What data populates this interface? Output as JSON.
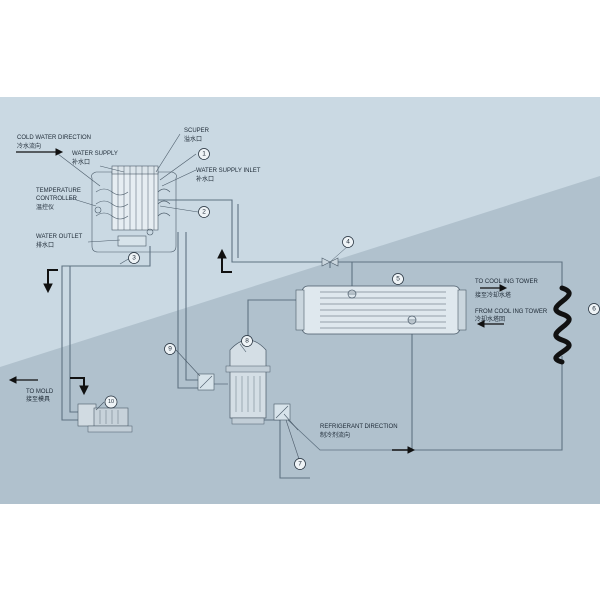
{
  "labels": {
    "cold_water_direction": "COLD WATER DIRECTION",
    "cold_water_direction_cn": "冷水流向",
    "water_supply": "WATER SUPPLY",
    "water_supply_cn": "补水口",
    "temperature_controller_1": "TEMPERATURE",
    "temperature_controller_2": "CONTROLLER",
    "temperature_controller_cn": "温控仪",
    "water_outlet": "WATER OUTLET",
    "water_outlet_cn": "排水口",
    "scuper": "SCUPER",
    "scuper_cn": "溢水口",
    "water_supply_inlet": "WATER SUPPLY INLET",
    "water_supply_inlet_cn": "补水口",
    "to_cooling_tower": "TO COOL ING TOWER",
    "to_cooling_tower_cn": "接至冷却水塔",
    "from_cooling_tower": "FROM COOL ING TOWER",
    "from_cooling_tower_cn": "冷却水塔回",
    "refrigerant_direction": "REFRIGERANT DIRECTION",
    "refrigerant_direction_cn": "制冷剂流向",
    "to_mold": "TO MOLD",
    "to_mold_cn": "接至模具"
  },
  "markers": [
    "1",
    "2",
    "3",
    "4",
    "5",
    "6",
    "7",
    "8",
    "9",
    "10"
  ],
  "colors": {
    "panel_light": "#c9d9e4",
    "panel_dark": "#aebfcc",
    "line": "#5f7282",
    "ink": "#1e2a36",
    "arrow": "#111111"
  }
}
